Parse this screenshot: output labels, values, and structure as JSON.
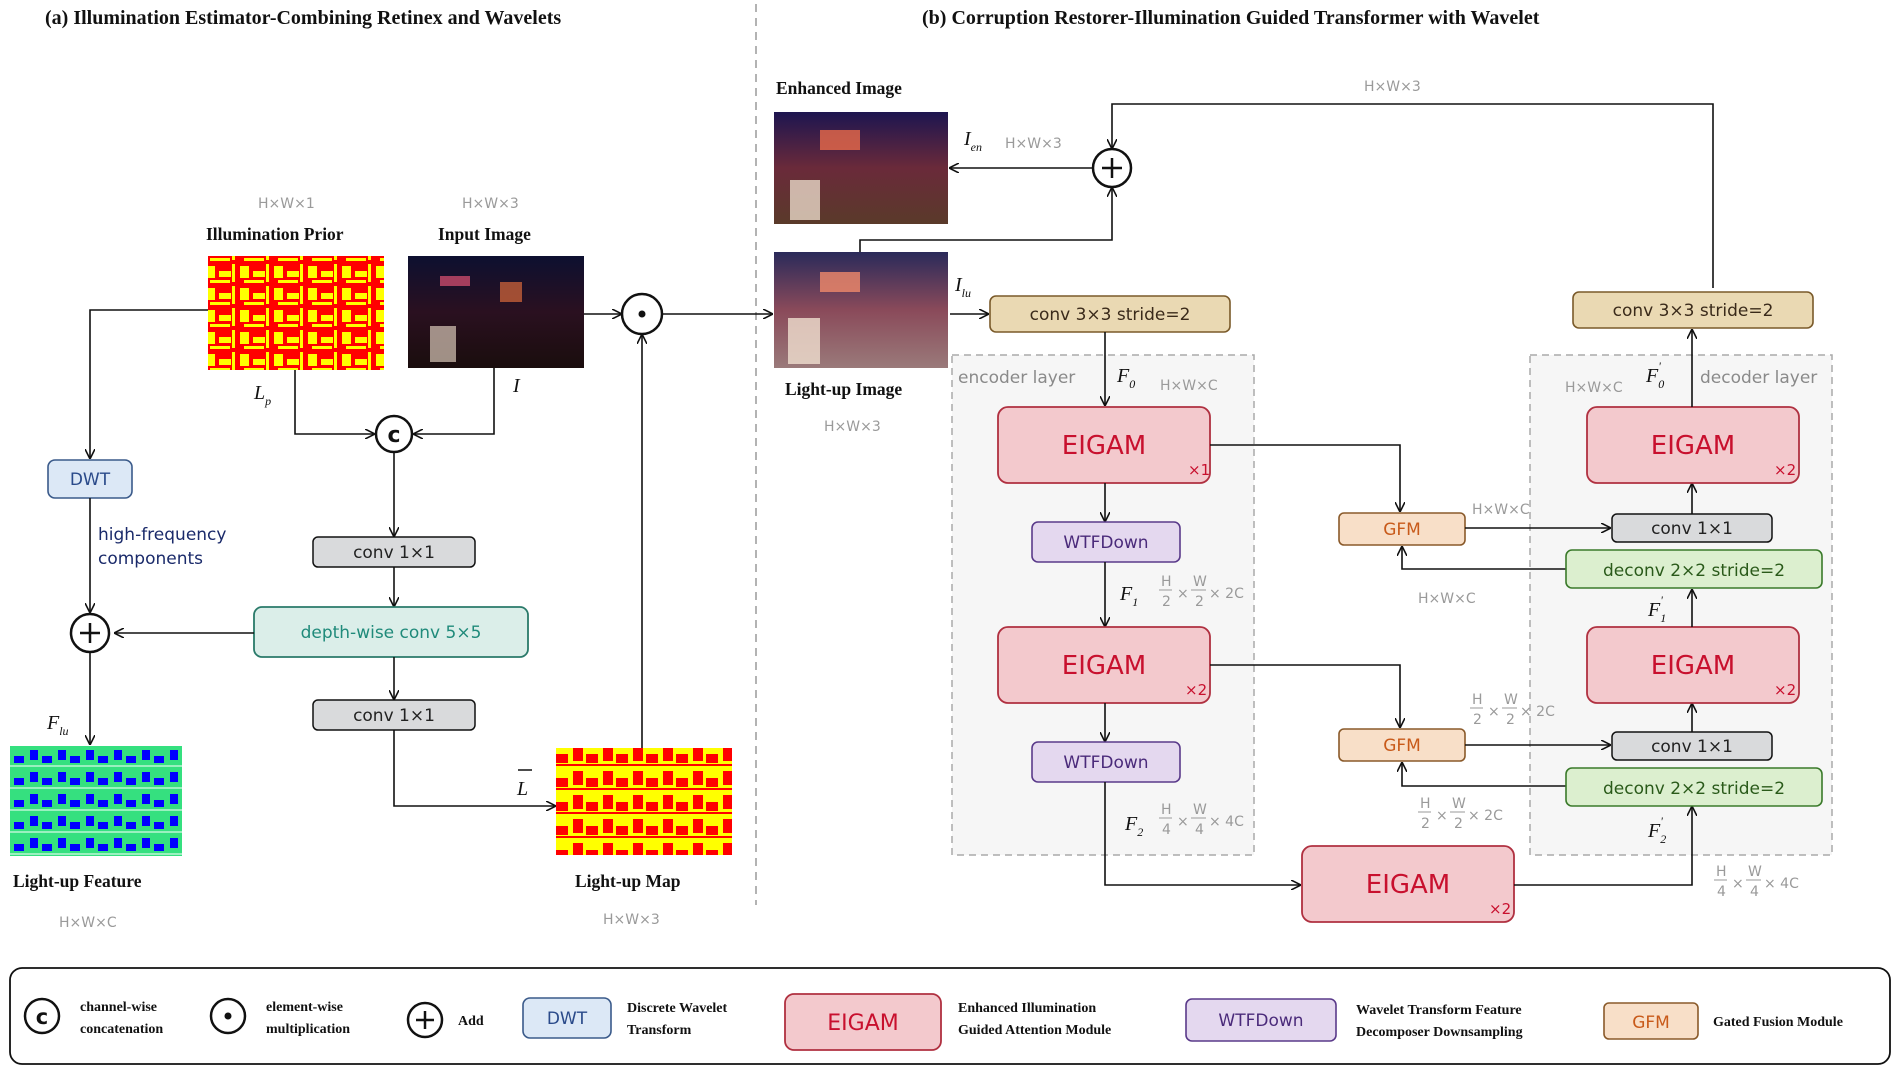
{
  "titles": {
    "left": "(a)  Illumination Estimator-Combining Retinex and Wavelets",
    "right": "(b)  Corruption Restorer-Illumination Guided Transformer with Wavelet"
  },
  "images": {
    "illumination_prior": "Illumination Prior",
    "input_image": "Input Image",
    "light_up_feature": "Light-up Feature",
    "light_up_map": "Light-up Map",
    "enhanced_image": "Enhanced Image",
    "light_up_image": "Light-up Image"
  },
  "dims": {
    "prior": "H×W×1",
    "input": "H×W×3",
    "feature": "H×W×C",
    "map": "H×W×3",
    "lightup_img": "H×W×3",
    "enh": "H×W×3",
    "top": "H×W×3",
    "f0": "H×W×C",
    "f0p": "H×W×C",
    "gfm1": "H×W×C",
    "gfm1_back": "H×W×C"
  },
  "symbols": {
    "lp": "L",
    "lp_sub": "p",
    "i": "I",
    "flu": "F",
    "flu_sub": "lu",
    "lbar": "L",
    "ien": "I",
    "ien_sub": "en",
    "ilu": "I",
    "ilu_sub": "lu",
    "f0": "F",
    "f0_sub": "0",
    "f1": "F",
    "f1_sub": "1",
    "f2": "F",
    "f2_sub": "2",
    "f0p": "F",
    "f0p_sub": "0",
    "f1p": "F",
    "f1p_sub": "1",
    "f2p": "F",
    "f2p_sub": "2",
    "prime": "'"
  },
  "frac": {
    "h2": "H",
    "d2": "2",
    "w2": "W",
    "c2": "× 2C",
    "h4": "H",
    "d4": "4",
    "w4": "W",
    "c4": "× 4C",
    "times": "×"
  },
  "blocks": {
    "dwt": "DWT",
    "hf_line1": "high-frequency",
    "hf_line2": "components",
    "conv1x1": "conv   1×1",
    "dwconv": "depth-wise conv   5×5",
    "conv_in": "conv   3×3   stride=2",
    "conv_out": "conv   3×3   stride=2",
    "encoder_layer": "encoder layer",
    "decoder_layer": "decoder layer",
    "eigam": "EIGAM",
    "x1": "×1",
    "x2": "×2",
    "wtfdown": "WTFDown",
    "gfm": "GFM",
    "deconv": "deconv   2×2   stride=2"
  },
  "ops": {
    "concat": "c",
    "mult": "·",
    "add": "+"
  },
  "legend": {
    "concat_1": "channel-wise",
    "concat_2": "concatenation",
    "mult_1": "element-wise",
    "mult_2": "multiplication",
    "add": "Add",
    "dwt_1": "Discrete Wavelet",
    "dwt_2": "Transform",
    "eigam_1": "Enhanced Illumination",
    "eigam_2": "Guided Attention  Module",
    "wtf_1": "Wavelet Transform Feature",
    "wtf_2": "Decomposer Downsampling",
    "gfm": "Gated Fusion Module"
  },
  "colors": {
    "gray_box": "#d9dadc",
    "dwt_box": "#dce8f6",
    "dw_box": "#dbeee9",
    "tan_box": "#ead9b3",
    "eigam_box": "#f3c9cd",
    "wtf_box": "#e4d8ef",
    "gfm_box": "#f8dfc8",
    "green_box": "#dcefcf",
    "prior_red": "#ff0000",
    "prior_yellow": "#ffff00",
    "feature_blue": "#0000ff",
    "feature_green": "#35e07f"
  }
}
